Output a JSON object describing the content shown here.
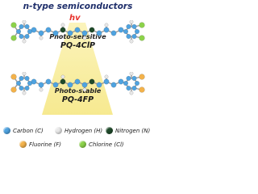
{
  "title": "n-type semiconductors",
  "light_label": "hv",
  "molecule_top": {
    "descriptor": "Photo-sensitive",
    "name": "PQ-4ClP",
    "end_atom": "Cl"
  },
  "molecule_bottom": {
    "descriptor": "Photo-stable",
    "name": "PQ-4FP",
    "end_atom": "F"
  },
  "legend": {
    "items": [
      {
        "label": "Carbon (C)",
        "color": "#4fa3e0",
        "icon": "carbon-atom-icon"
      },
      {
        "label": "Hydrogen (H)",
        "color": "#e8e8e8",
        "icon": "hydrogen-atom-icon"
      },
      {
        "label": "Nitrogen (N)",
        "color": "#1f4a2a",
        "icon": "nitrogen-atom-icon"
      },
      {
        "label": "Fluorine (F)",
        "color": "#f3b24a",
        "icon": "fluorine-atom-icon"
      },
      {
        "label": "Chlorine (Cl)",
        "color": "#8cd24a",
        "icon": "chlorine-atom-icon"
      }
    ]
  },
  "colors": {
    "light_beam": "#f7ec9a",
    "title": "#1f2f6b",
    "hv": "#e8322c",
    "carbon": "#4fa3e0",
    "hydrogen": "#e8e8e8",
    "nitrogen": "#1f4a2a",
    "fluorine": "#f3b24a",
    "chlorine": "#8cd24a"
  }
}
